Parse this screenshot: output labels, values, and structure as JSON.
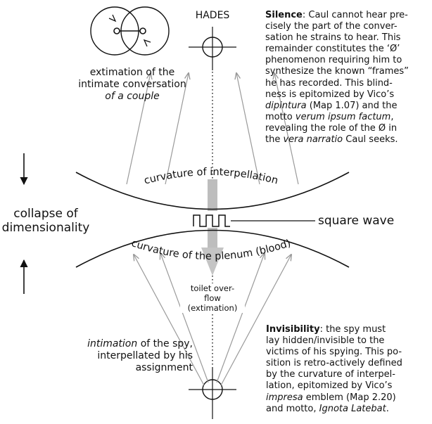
{
  "hades_label": "HADES",
  "couple": {
    "line1": "extimation of the",
    "line2": "intimate conversation",
    "line3": "of a couple"
  },
  "silence": {
    "title": "Silence",
    "t1": ": Caul cannot hear pre-",
    "t2": "cisely the part of the conver-",
    "t3": "sation he strains to hear. This",
    "t4": "remainder constitutes the ‘Ø’",
    "t5": "phenomenon requiring him to",
    "t6": "synthesize the known “frames”",
    "t7": "he has recorded. This blind-",
    "t8": "ness is epitomized by Vico’s",
    "t9_em": "dipintura",
    "t9_rest": " (Map 1.07) and the",
    "t10a": "motto ",
    "t10_em": "verum ipsum factum",
    "t10b": ",",
    "t11": "revealing the role of the Ø in",
    "t12a": "the ",
    "t12_em": "vera narratio",
    "t12b": " Caul seeks."
  },
  "collapse": {
    "line1": "collapse of",
    "line2": "dimensionality"
  },
  "curve_top_label": "curvature of interpellation",
  "curve_bottom_label": "curvature of the plenum (blood)",
  "square_wave_label": "square wave",
  "toilet": {
    "line1": "toilet over-",
    "line2": "flow",
    "line3": "(extimation)"
  },
  "spy": {
    "line1_em": "intimation",
    "line1_rest": " of the spy,",
    "line2": "interpellated by his",
    "line3": "assignment"
  },
  "invisibility": {
    "title": "Invisibility",
    "t1": ": the spy must",
    "t2": "lay hidden/invisible to the",
    "t3": "victims of his spying. This po-",
    "t4": "sition is retro-actively defined",
    "t5": "by the curvature of interpel-",
    "t6": "lation, epitomized by Vico’s",
    "t7_em": "impresa",
    "t7_rest": " emblem (Map 2.20)",
    "t8a": "and motto, ",
    "t8_em": "Ignota Latebat",
    "t8b": "."
  }
}
